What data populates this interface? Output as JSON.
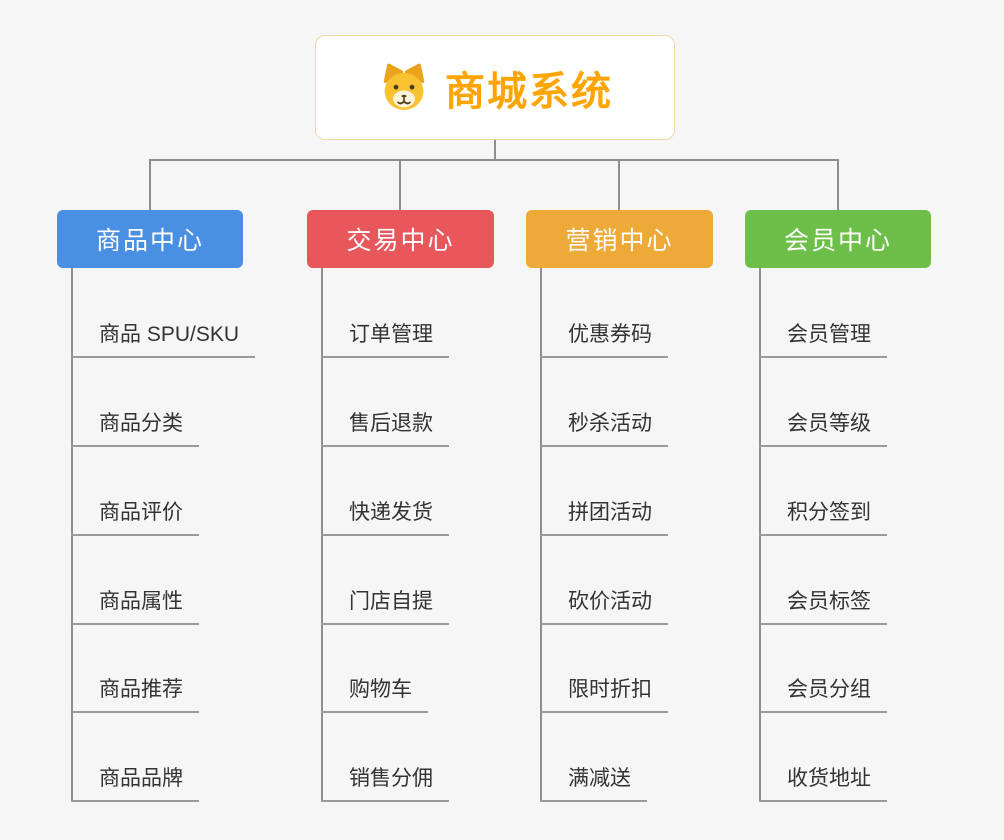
{
  "root": {
    "title": "商城系统",
    "title_color": "#ffa502",
    "icon": "dog-icon"
  },
  "colors": {
    "connector": "#8e8e8e",
    "leaf_text": "#333333"
  },
  "branches": [
    {
      "label": "商品中心",
      "color": "#4a90e2",
      "children": [
        "商品 SPU/SKU",
        "商品分类",
        "商品评价",
        "商品属性",
        "商品推荐",
        "商品品牌"
      ]
    },
    {
      "label": "交易中心",
      "color": "#e8575c",
      "children": [
        "订单管理",
        "售后退款",
        "快递发货",
        "门店自提",
        "购物车",
        "销售分佣"
      ]
    },
    {
      "label": "营销中心",
      "color": "#eeaa38",
      "children": [
        "优惠券码",
        "秒杀活动",
        "拼团活动",
        "砍价活动",
        "限时折扣",
        "满减送"
      ]
    },
    {
      "label": "会员中心",
      "color": "#6dbf49",
      "children": [
        "会员管理",
        "会员等级",
        "积分签到",
        "会员标签",
        "会员分组",
        "收货地址"
      ]
    }
  ]
}
